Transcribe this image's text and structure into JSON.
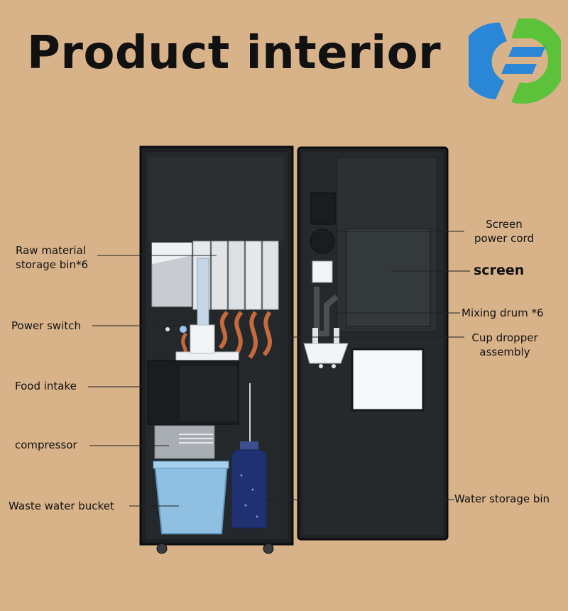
{
  "title": "Product interior",
  "colors": {
    "background": "#d8b38a",
    "cabinet": "#202325",
    "logo_blue": "#2a86d6",
    "logo_green": "#5cc23a"
  },
  "labels": {
    "raw_material": [
      "Raw material",
      "storage bin*6"
    ],
    "power_switch": "Power switch",
    "food_intake": "Food intake",
    "compressor": "compressor",
    "waste_water_bucket": "Waste water bucket",
    "screen_power_cord": [
      "Screen",
      "power cord"
    ],
    "screen": "screen",
    "mixing_drum": "Mixing drum *6",
    "cup_dropper": [
      "Cup dropper",
      "assembly"
    ],
    "water_storage_bin": "Water storage bin"
  }
}
